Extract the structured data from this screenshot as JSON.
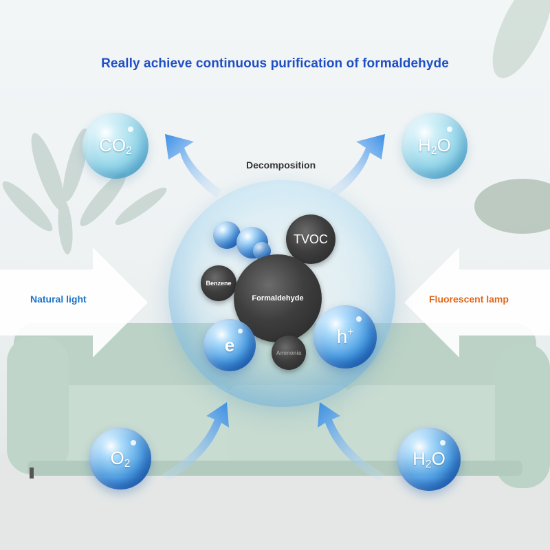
{
  "title": "Really achieve continuous purification of formaldehyde",
  "center_label": "Decomposition",
  "left_label": "Natural light",
  "right_label": "Fluorescent lamp",
  "bubbles": {
    "co2": {
      "main": "CO",
      "sub": "2"
    },
    "h2o_top": {
      "main": "H",
      "sub": "2",
      "tail": "O"
    },
    "o2": {
      "main": "O",
      "sub": "2"
    },
    "h2o_bottom": {
      "main": "H",
      "sub": "2",
      "tail": "O"
    }
  },
  "pollutants": {
    "tvoc": "TVOC",
    "benzene": "Benzene",
    "formaldehyde": "Formaldehyde",
    "ammonia": "Ammonia"
  },
  "particles": {
    "electron": "e",
    "hole": {
      "main": "h",
      "sup": "+"
    }
  },
  "colors": {
    "title": "#1f4fc2",
    "left_label": "#1e73c8",
    "right_label": "#e0661c",
    "arrow_blue": "#3f8fe0",
    "sofa": "#c4d8cd"
  }
}
